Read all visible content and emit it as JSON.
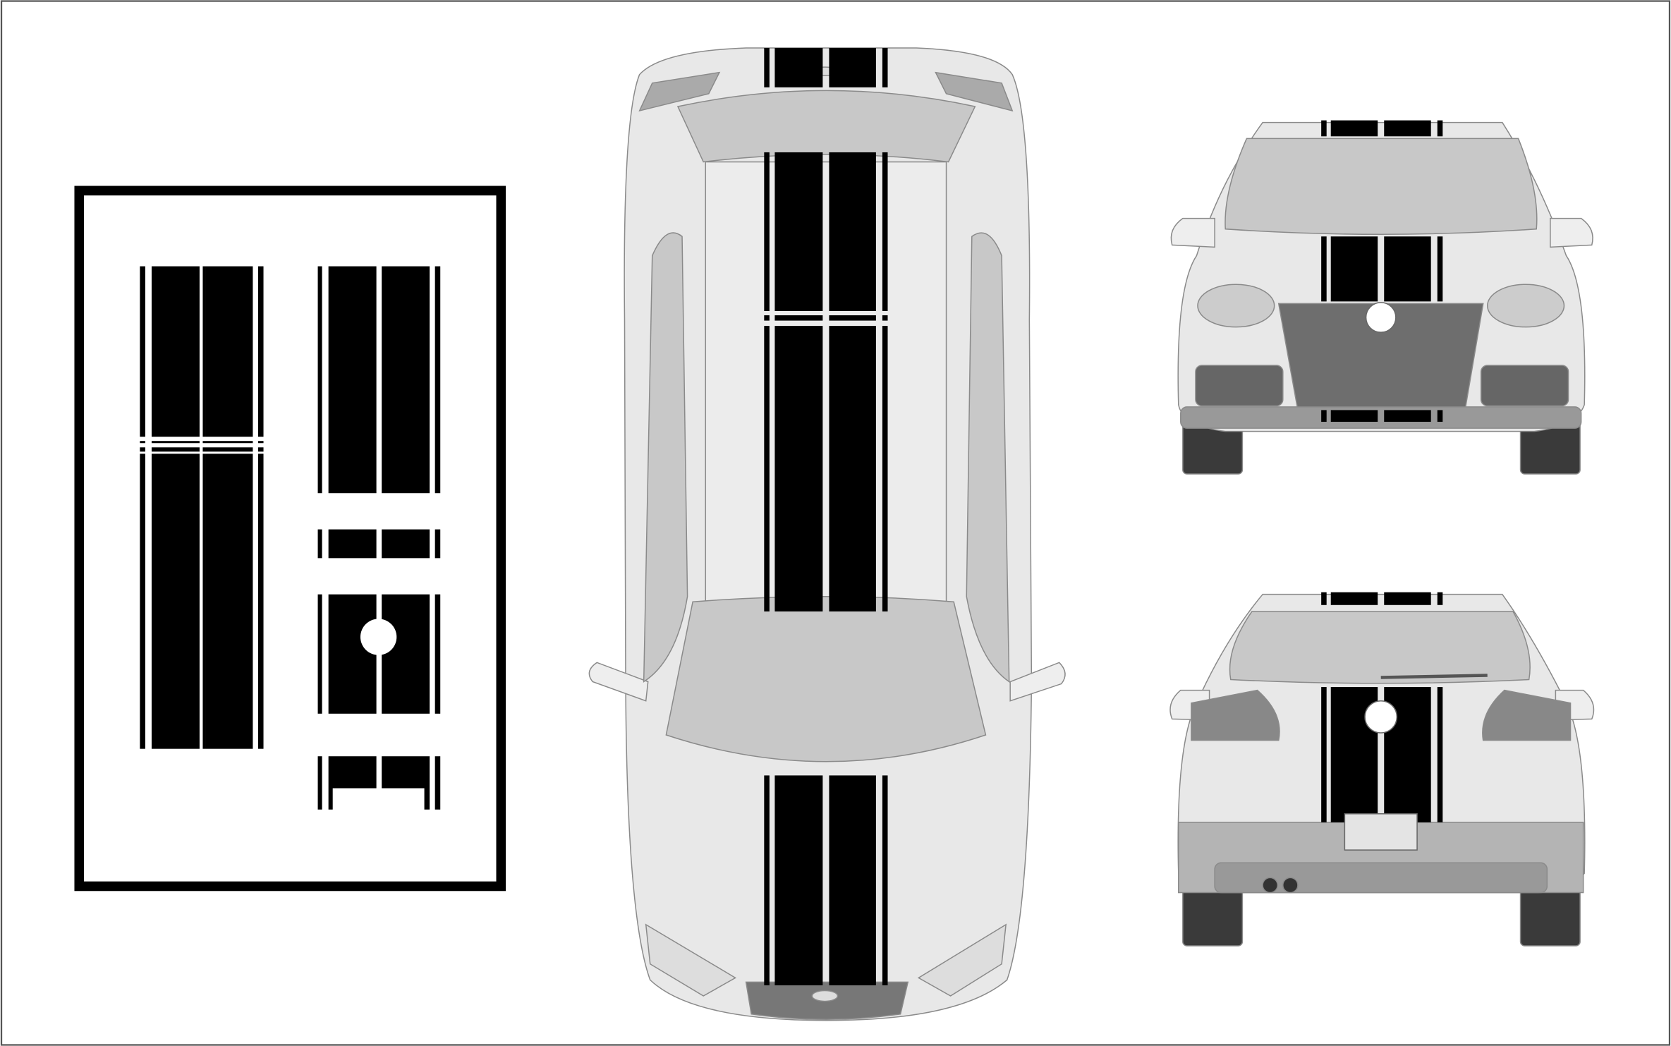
{
  "colors": {
    "background": "#ffffff",
    "stripe": "#000000",
    "car_body": "#e6e6e6",
    "glass": "#c8c8c8",
    "trim": "#7a7a7a",
    "tire": "#3a3a3a",
    "outline": "#8a8a8a"
  },
  "views": [
    "decal-sheet",
    "top-view",
    "front-view",
    "rear-view"
  ]
}
